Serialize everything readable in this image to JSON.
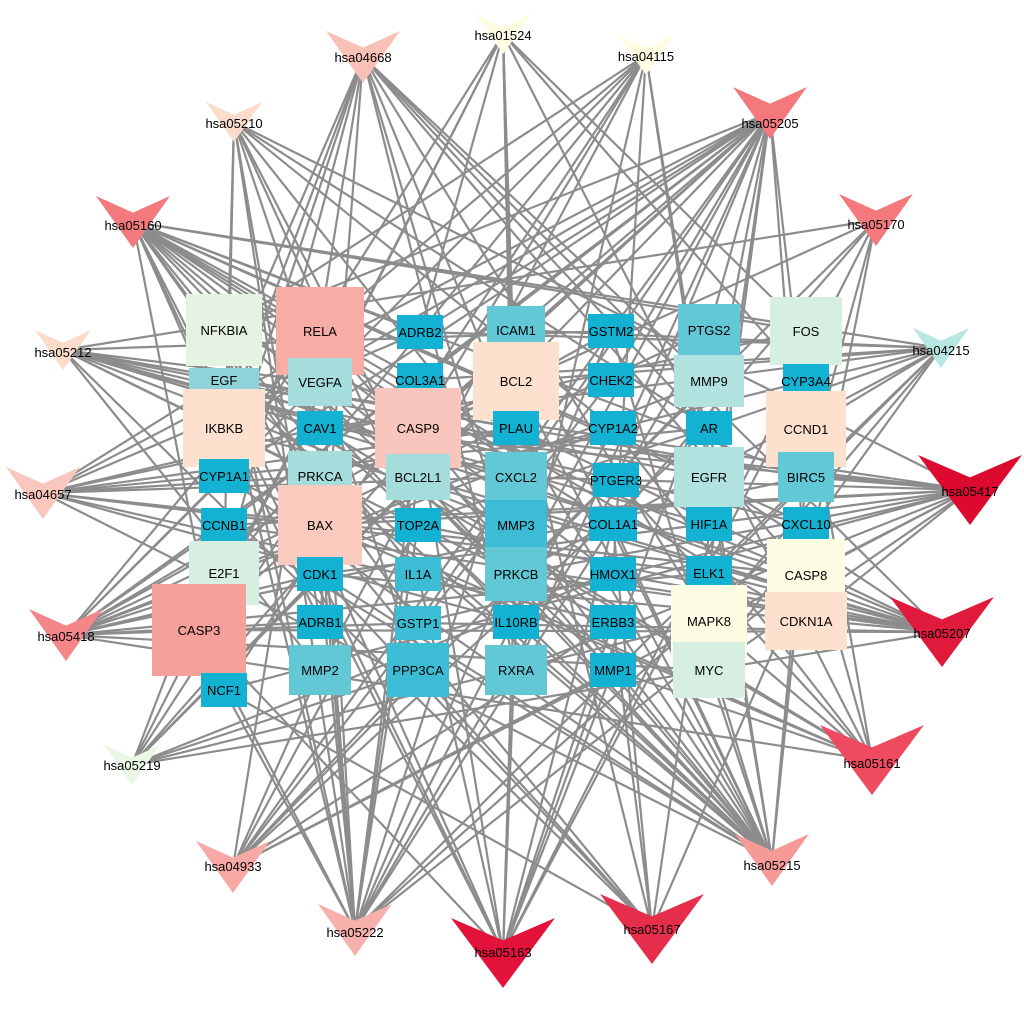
{
  "network": {
    "edge_color": "#8c8c8c",
    "pathway_nodes": [
      {
        "id": "hsa01524",
        "label": "hsa01524",
        "color": "#fdfde3",
        "size": "small"
      },
      {
        "id": "hsa04115",
        "label": "hsa04115",
        "color": "#fdfde3",
        "size": "small"
      },
      {
        "id": "hsa05205",
        "label": "hsa05205",
        "color": "#f3797c",
        "size": "medium"
      },
      {
        "id": "hsa05170",
        "label": "hsa05170",
        "color": "#f3797c",
        "size": "medium"
      },
      {
        "id": "hsa04215",
        "label": "hsa04215",
        "color": "#b8e6e0",
        "size": "small"
      },
      {
        "id": "hsa05417",
        "label": "hsa05417",
        "color": "#dc0a2e",
        "size": "large"
      },
      {
        "id": "hsa05207",
        "label": "hsa05207",
        "color": "#e01a3c",
        "size": "large"
      },
      {
        "id": "hsa05161",
        "label": "hsa05161",
        "color": "#ee4a60",
        "size": "large"
      },
      {
        "id": "hsa05215",
        "label": "hsa05215",
        "color": "#f69a98",
        "size": "medium"
      },
      {
        "id": "hsa05167",
        "label": "hsa05167",
        "color": "#e62e4c",
        "size": "large"
      },
      {
        "id": "hsa05163",
        "label": "hsa05163",
        "color": "#e2123a",
        "size": "large"
      },
      {
        "id": "hsa05222",
        "label": "hsa05222",
        "color": "#f7b0ab",
        "size": "medium"
      },
      {
        "id": "hsa04933",
        "label": "hsa04933",
        "color": "#f7aaa5",
        "size": "medium"
      },
      {
        "id": "hsa05219",
        "label": "hsa05219",
        "color": "#e9f7e4",
        "size": "small"
      },
      {
        "id": "hsa05418",
        "label": "hsa05418",
        "color": "#f4868a",
        "size": "medium"
      },
      {
        "id": "hsa04657",
        "label": "hsa04657",
        "color": "#f9c7bd",
        "size": "medium"
      },
      {
        "id": "hsa05212",
        "label": "hsa05212",
        "color": "#fbdcca",
        "size": "small"
      },
      {
        "id": "hsa05160",
        "label": "hsa05160",
        "color": "#f3797c",
        "size": "medium"
      },
      {
        "id": "hsa05210",
        "label": "hsa05210",
        "color": "#fbdcca",
        "size": "small"
      },
      {
        "id": "hsa04668",
        "label": "hsa04668",
        "color": "#f9c0b5",
        "size": "medium"
      }
    ],
    "gene_nodes": [
      {
        "id": "NFKBIA",
        "label": "NFKBIA",
        "color": "#e7f3e2",
        "size": "large"
      },
      {
        "id": "RELA",
        "label": "RELA",
        "color": "#f8aca6",
        "size": "xlarge"
      },
      {
        "id": "ADRB2",
        "label": "ADRB2",
        "color": "#13b2d3",
        "size": "small"
      },
      {
        "id": "ICAM1",
        "label": "ICAM1",
        "color": "#62c8d6",
        "size": "medium"
      },
      {
        "id": "GSTM2",
        "label": "GSTM2",
        "color": "#13b2d3",
        "size": "small"
      },
      {
        "id": "PTGS2",
        "label": "PTGS2",
        "color": "#62c8d6",
        "size": "medium"
      },
      {
        "id": "FOS",
        "label": "FOS",
        "color": "#d6efe0",
        "size": "large"
      },
      {
        "id": "EGF",
        "label": "EGF",
        "color": "#8fd3da",
        "size": "wide"
      },
      {
        "id": "VEGFA",
        "label": "VEGFA",
        "color": "#a5dcdc",
        "size": "medium"
      },
      {
        "id": "COL3A1",
        "label": "COL3A1",
        "color": "#13b2d3",
        "size": "small"
      },
      {
        "id": "BCL2",
        "label": "BCL2",
        "color": "#fde0cd",
        "size": "large"
      },
      {
        "id": "CHEK2",
        "label": "CHEK2",
        "color": "#13b2d3",
        "size": "small"
      },
      {
        "id": "MMP9",
        "label": "MMP9",
        "color": "#b1e2df",
        "size": "large"
      },
      {
        "id": "CYP3A4",
        "label": "CYP3A4",
        "color": "#13b2d3",
        "size": "small"
      },
      {
        "id": "IKBKB",
        "label": "IKBKB",
        "color": "#fde0cd",
        "size": "large"
      },
      {
        "id": "CAV1",
        "label": "CAV1",
        "color": "#13b2d3",
        "size": "small"
      },
      {
        "id": "CASP9",
        "label": "CASP9",
        "color": "#f9c6bd",
        "size": "large"
      },
      {
        "id": "PLAU",
        "label": "PLAU",
        "color": "#13b2d3",
        "size": "small"
      },
      {
        "id": "CYP1A2",
        "label": "CYP1A2",
        "color": "#13b2d3",
        "size": "small"
      },
      {
        "id": "AR",
        "label": "AR",
        "color": "#13b2d3",
        "size": "small"
      },
      {
        "id": "CCND1",
        "label": "CCND1",
        "color": "#fde0cd",
        "size": "large"
      },
      {
        "id": "CYP1A1",
        "label": "CYP1A1",
        "color": "#13b2d3",
        "size": "small"
      },
      {
        "id": "PRKCA",
        "label": "PRKCA",
        "color": "#a5dcdc",
        "size": "medium"
      },
      {
        "id": "BCL2L1",
        "label": "BCL2L1",
        "color": "#a5dcdc",
        "size": "medium"
      },
      {
        "id": "CXCL2",
        "label": "CXCL2",
        "color": "#62c8d6",
        "size": "medium"
      },
      {
        "id": "PTGER3",
        "label": "PTGER3",
        "color": "#13b2d3",
        "size": "small"
      },
      {
        "id": "EGFR",
        "label": "EGFR",
        "color": "#b1e2df",
        "size": "large"
      },
      {
        "id": "BIRC5",
        "label": "BIRC5",
        "color": "#62c8d6",
        "size": "medium"
      },
      {
        "id": "CCNB1",
        "label": "CCNB1",
        "color": "#13b2d3",
        "size": "small"
      },
      {
        "id": "BAX",
        "label": "BAX",
        "color": "#f9cabd",
        "size": "large"
      },
      {
        "id": "TOP2A",
        "label": "TOP2A",
        "color": "#13b2d3",
        "size": "small"
      },
      {
        "id": "MMP3",
        "label": "MMP3",
        "color": "#3dbdd5",
        "size": "medium"
      },
      {
        "id": "COL1A1",
        "label": "COL1A1",
        "color": "#13b2d3",
        "size": "small"
      },
      {
        "id": "HIF1A",
        "label": "HIF1A",
        "color": "#13b2d3",
        "size": "small"
      },
      {
        "id": "CXCL10",
        "label": "CXCL10",
        "color": "#13b2d3",
        "size": "small"
      },
      {
        "id": "E2F1",
        "label": "E2F1",
        "color": "#d6efe0",
        "size": "large"
      },
      {
        "id": "CDK1",
        "label": "CDK1",
        "color": "#13b2d3",
        "size": "small"
      },
      {
        "id": "IL1A",
        "label": "IL1A",
        "color": "#3dbdd5",
        "size": "small"
      },
      {
        "id": "PRKCB",
        "label": "PRKCB",
        "color": "#62c8d6",
        "size": "medium"
      },
      {
        "id": "HMOX1",
        "label": "HMOX1",
        "color": "#13b2d3",
        "size": "small"
      },
      {
        "id": "ELK1",
        "label": "ELK1",
        "color": "#13b2d3",
        "size": "small"
      },
      {
        "id": "CASP8",
        "label": "CASP8",
        "color": "#fdfde3",
        "size": "large"
      },
      {
        "id": "CASP3",
        "label": "CASP3",
        "color": "#f6a09c",
        "size": "xlarge"
      },
      {
        "id": "ADRB1",
        "label": "ADRB1",
        "color": "#13b2d3",
        "size": "small"
      },
      {
        "id": "GSTP1",
        "label": "GSTP1",
        "color": "#3dbdd5",
        "size": "small"
      },
      {
        "id": "IL10RB",
        "label": "IL10RB",
        "color": "#13b2d3",
        "size": "small"
      },
      {
        "id": "ERBB3",
        "label": "ERBB3",
        "color": "#13b2d3",
        "size": "small"
      },
      {
        "id": "MAPK8",
        "label": "MAPK8",
        "color": "#fdfde3",
        "size": "large"
      },
      {
        "id": "CDKN1A",
        "label": "CDKN1A",
        "color": "#fde0cd",
        "size": "large"
      },
      {
        "id": "NCF1",
        "label": "NCF1",
        "color": "#13b2d3",
        "size": "small"
      },
      {
        "id": "MMP2",
        "label": "MMP2",
        "color": "#62c8d6",
        "size": "medium"
      },
      {
        "id": "PPP3CA",
        "label": "PPP3CA",
        "color": "#3dbdd5",
        "size": "medium"
      },
      {
        "id": "RXRA",
        "label": "RXRA",
        "color": "#62c8d6",
        "size": "medium"
      },
      {
        "id": "MMP1",
        "label": "MMP1",
        "color": "#13b2d3",
        "size": "small"
      },
      {
        "id": "MYC",
        "label": "MYC",
        "color": "#d6efe0",
        "size": "large"
      }
    ]
  }
}
